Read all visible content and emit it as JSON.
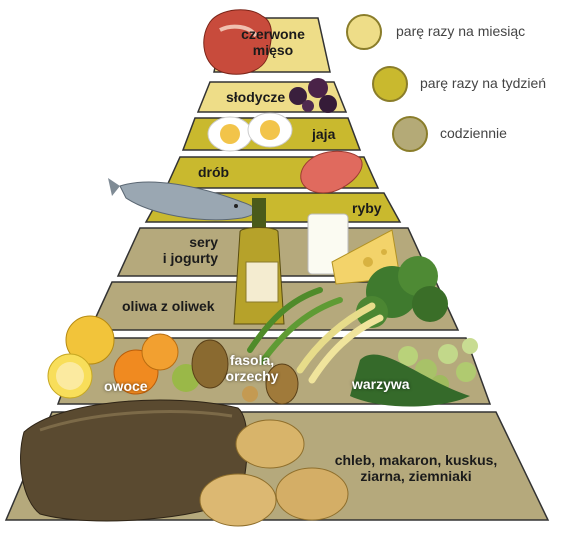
{
  "legend": [
    {
      "label": "parę razy na miesiąc",
      "color": "#eedd88"
    },
    {
      "label": "parę razy na tydzień",
      "color": "#c9b92e"
    },
    {
      "label": "codziennie",
      "color": "#b4aa77"
    }
  ],
  "tiers": {
    "meat": "czerwone\nmięso",
    "sweets": "słodycze",
    "eggs": "jaja",
    "poultry": "drób",
    "fish": "ryby",
    "dairy": "sery\ni jogurty",
    "olive_oil": "oliwa z oliwek",
    "fruits": "owoce",
    "legumes": "fasola,\norzechy",
    "vegetables": "warzywa",
    "grains": "chleb, makaron, kuskus,\nziarna, ziemniaki"
  },
  "colors": {
    "monthly": "#eedd88",
    "weekly": "#c9b92e",
    "daily_tier": "#b5a97c",
    "outline": "#222222"
  }
}
